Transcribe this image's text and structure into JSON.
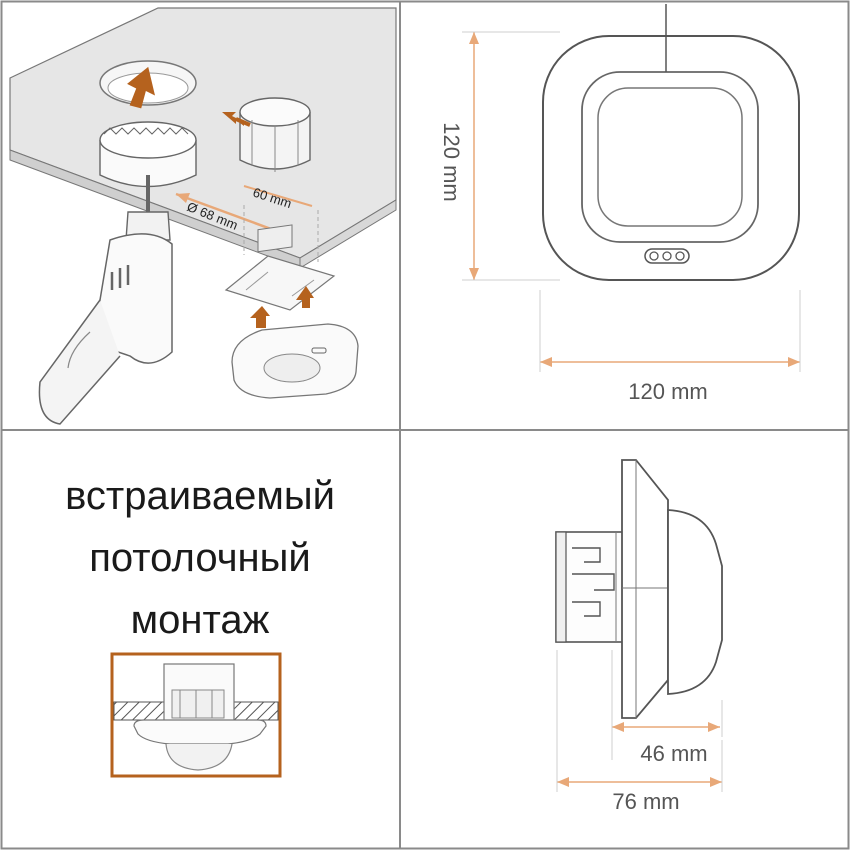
{
  "install": {
    "dim_hole": "Ø 68 mm",
    "dim_box": "60 mm"
  },
  "front_view": {
    "height": "120 mm",
    "width": "120 mm"
  },
  "caption": {
    "line1": "встраиваемый",
    "line2": "потолочный",
    "line3": "монтаж"
  },
  "side_view": {
    "depth_inner": "46 mm",
    "depth_total": "76 mm"
  },
  "colors": {
    "grid": "#8a8a8a",
    "arrow": "#b5621e",
    "dimension": "#e8a878",
    "inset_border": "#b5621e"
  }
}
